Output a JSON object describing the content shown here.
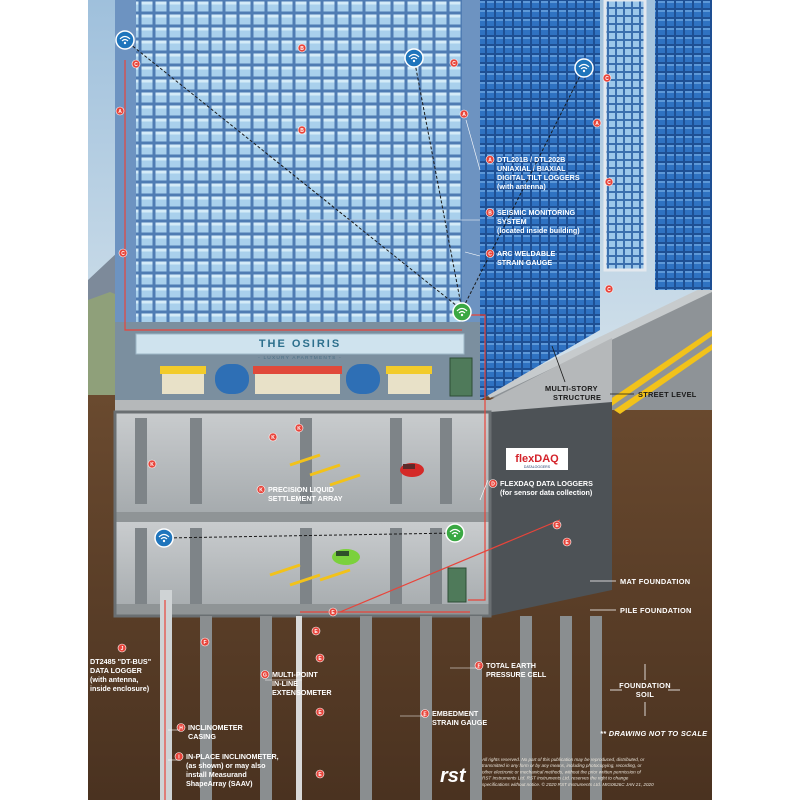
{
  "building": {
    "name": "THE OSIRIS",
    "subtitle": "- LUXURY APARTMENTS -"
  },
  "callouts": {
    "a": {
      "letter": "A",
      "line1": "DTL201B / DTL202B",
      "line2": "UNIAXIAL / BIAXIAL",
      "line3": "DIGITAL TILT LOGGERS",
      "line4": "(with antenna)"
    },
    "b": {
      "letter": "B",
      "line1": "SEISMIC MONITORING",
      "line2": "SYSTEM",
      "line3": "(located inside building)"
    },
    "c": {
      "letter": "C",
      "line1": "ARC WELDABLE",
      "line2": "STRAIN GAUGE"
    },
    "d": {
      "letter": "D",
      "line1": "FLEXDAQ DATA LOGGERS",
      "line2": "(for sensor data collection)"
    },
    "e": {
      "letter": "E",
      "line1": "EMBEDMENT",
      "line2": "STRAIN GAUGE"
    },
    "f": {
      "letter": "F",
      "line1": "TOTAL EARTH",
      "line2": "PRESSURE CELL"
    },
    "g": {
      "letter": "G",
      "line1": "MULTI-POINT",
      "line2": "IN-LINE",
      "line3": "EXTENSOMETER"
    },
    "h": {
      "letter": "H",
      "line1": "INCLINOMETER",
      "line2": "CASING"
    },
    "i": {
      "letter": "I",
      "line1": "IN-PLACE INCLINOMETER,",
      "line2": "(as shown) or may also",
      "line3": "install Measurand",
      "line4": "ShapeArray (SAAV)"
    },
    "j": {
      "letter": "J",
      "line1": "DT2485 \"DT-BUS\"",
      "line2": "DATA LOGGER",
      "line3": "(with antenna,",
      "line4": "inside enclosure)"
    },
    "k": {
      "letter": "K",
      "line1": "PRECISION LIQUID",
      "line2": "SETTLEMENT ARRAY"
    }
  },
  "labels": {
    "multi_story": [
      "MULTI-STORY",
      "STRUCTURE"
    ],
    "street_level": "STREET LEVEL",
    "mat_foundation": "MAT FOUNDATION",
    "pile_foundation": "PILE FOUNDATION",
    "foundation_soil": [
      "FOUNDATION",
      "SOIL"
    ],
    "not_to_scale": "** DRAWING NOT TO SCALE"
  },
  "flexdaq_logo": {
    "main": "flexDAQ",
    "sub": "DATALOGGERS"
  },
  "rst_logo": "rst",
  "copyright": [
    "All rights reserved. No part of this publication may be reproduced, distributed, or",
    "transmitted in any form or by any means, including photocopying, recording, or",
    "other electronic or mechanical methods, without the prior written permission of",
    "RST Instruments Ltd. RST Instruments Ltd. reserves the right to change",
    "specifications without notice. © 2020 RST Instruments Ltd. MIG0626C JAN 21, 2020"
  ],
  "colors": {
    "sky": "#b9d3e6",
    "soil": "#5a3e27",
    "facade": "#5f88ba",
    "glass_tower": "#2d67b5",
    "callout_red": "#e8443a",
    "wifi_blue": "#1f75bc",
    "wifi_green": "#3aa843",
    "car_red": "#d42a28",
    "car_green": "#7bd13c",
    "street_line": "#f2c21a"
  }
}
